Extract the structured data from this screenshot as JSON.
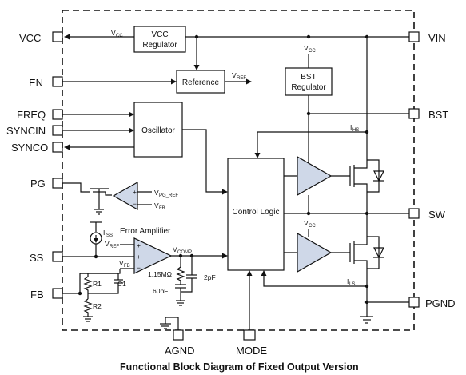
{
  "pins": {
    "vcc": "VCC",
    "en": "EN",
    "freq": "FREQ",
    "syncin": "SYNCIN",
    "synco": "SYNCO",
    "pg": "PG",
    "ss": "SS",
    "fb": "FB",
    "vin": "VIN",
    "bst": "BST",
    "sw": "SW",
    "pgnd": "PGND",
    "agnd": "AGND",
    "mode": "MODE"
  },
  "blocks": {
    "vcc_regulator_line1": "VCC",
    "vcc_regulator_line2": "Regulator",
    "reference": "Reference",
    "bst_regulator_line1": "BST",
    "bst_regulator_line2": "Regulator",
    "oscillator": "Oscillator",
    "control_logic": "Control Logic",
    "error_amplifier": "Error Amplifier"
  },
  "signals": {
    "vcc_main": "V",
    "vcc_sub": "CC",
    "vref_main": "V",
    "vref_sub": "REF",
    "pg_ref_main": "V",
    "pg_ref_sub": "PG_REF",
    "fb_main": "V",
    "fb_sub": "FB",
    "iss_main": "I",
    "iss_sub": "SS",
    "vcomp_main": "V",
    "vcomp_sub": "COMP",
    "ihs_main": "I",
    "ihs_sub": "HS",
    "ils_main": "I",
    "ils_sub": "LS"
  },
  "components": {
    "r1": "R1",
    "r2": "R2",
    "c1": "C1",
    "r_comp": "1.15MΩ",
    "c_comp": "60pF",
    "c_hf": "2pF"
  },
  "caption": "Functional Block Diagram of Fixed Output Version"
}
